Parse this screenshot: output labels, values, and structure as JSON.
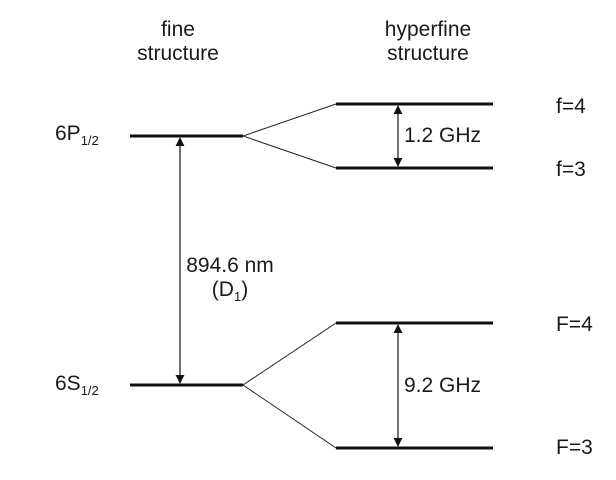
{
  "headers": {
    "fine": [
      "fine",
      "structure"
    ],
    "hyperfine": [
      "hyperfine",
      "structure"
    ]
  },
  "levels": {
    "p": {
      "main": "6P",
      "sub": "1/2"
    },
    "s": {
      "main": "6S",
      "sub": "1/2"
    }
  },
  "hyperfine_levels": {
    "p_upper": "f=4",
    "p_lower": "f=3",
    "s_upper": "F=4",
    "s_lower": "F=3"
  },
  "splittings": {
    "p": "1.2 GHz",
    "s": "9.2 GHz"
  },
  "transition": {
    "wavelength": "894.6 nm",
    "name_open": "(D",
    "name_sub": "1",
    "name_close": ")"
  },
  "colors": {
    "line": "#111111"
  }
}
